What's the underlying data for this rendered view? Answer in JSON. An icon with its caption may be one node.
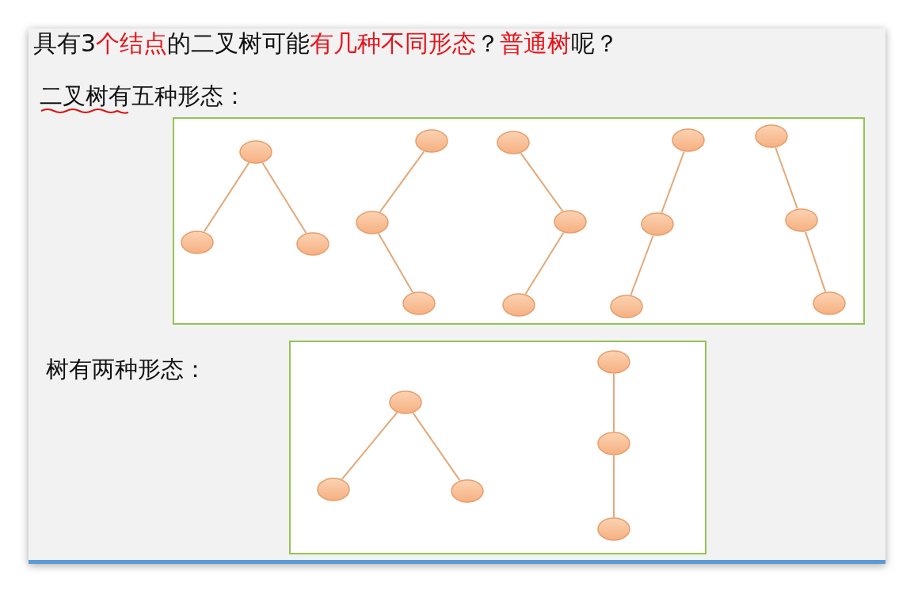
{
  "diagram": {
    "title": "具有3**个结点**的二叉树可能**有几种不同形态**？**普通树**呢？",
    "nodes": [
      {
        "text": [],
        "shape": "box"
      },
      {
        "text": [],
        "shape": "circle",
        "in": 0
      },
      {
        "text": [],
        "shape": "circle",
        "in": 0
      },
      {
        "text": [],
        "shape": "circle",
        "in": 0
      },
      {
        "text": [],
        "shape": "circle",
        "in": 0
      },
      {
        "text": [],
        "shape": "circle",
        "in": 0
      },
      {
        "text": [],
        "shape": "circle",
        "in": 0
      },
      {
        "text": [],
        "shape": "circle",
        "in": 0
      },
      {
        "text": [],
        "shape": "circle",
        "in": 0
      },
      {
        "text": [],
        "shape": "circle",
        "in": 0
      },
      {
        "text": [],
        "shape": "circle",
        "in": 0
      },
      {
        "text": [],
        "shape": "circle",
        "in": 0
      },
      {
        "text": [],
        "shape": "circle",
        "in": 0
      },
      {
        "text": [],
        "shape": "circle",
        "in": 0
      },
      {
        "text": [],
        "shape": "circle",
        "in": 0
      },
      {
        "text": [],
        "shape": "circle",
        "in": 0
      },
      {
        "text": [],
        "shape": "box"
      },
      {
        "text": [],
        "shape": "circle",
        "in": 16
      },
      {
        "text": [],
        "shape": "circle",
        "in": 16
      },
      {
        "text": [],
        "shape": "circle",
        "in": 16
      },
      {
        "text": [],
        "shape": "circle",
        "in": 16
      },
      {
        "text": [],
        "shape": "circle",
        "in": 16
      },
      {
        "text": [],
        "shape": "circle",
        "in": 16
      }
    ],
    "edges": [
      {
        "from": 1,
        "to": 2,
        "arrow": "none"
      },
      {
        "from": 1,
        "to": 3,
        "arrow": "none"
      },
      {
        "from": 4,
        "to": 5,
        "arrow": "none"
      },
      {
        "from": 5,
        "to": 6,
        "arrow": "none"
      },
      {
        "from": 7,
        "to": 8,
        "arrow": "none"
      },
      {
        "from": 8,
        "to": 9,
        "arrow": "none"
      },
      {
        "from": 10,
        "to": 11,
        "arrow": "none"
      },
      {
        "from": 11,
        "to": 12,
        "arrow": "none"
      },
      {
        "from": 13,
        "to": 14,
        "arrow": "none"
      },
      {
        "from": 14,
        "to": 15,
        "arrow": "none"
      },
      {
        "from": 17,
        "to": 18,
        "arrow": "none"
      },
      {
        "from": 17,
        "to": 19,
        "arrow": "none"
      },
      {
        "from": 20,
        "to": 21,
        "arrow": "none"
      },
      {
        "from": 21,
        "to": 22,
        "arrow": "none"
      }
    ],
    "labels": [
      "二叉树有五种形态：",
      "树有两种形态："
    ]
  }
}
